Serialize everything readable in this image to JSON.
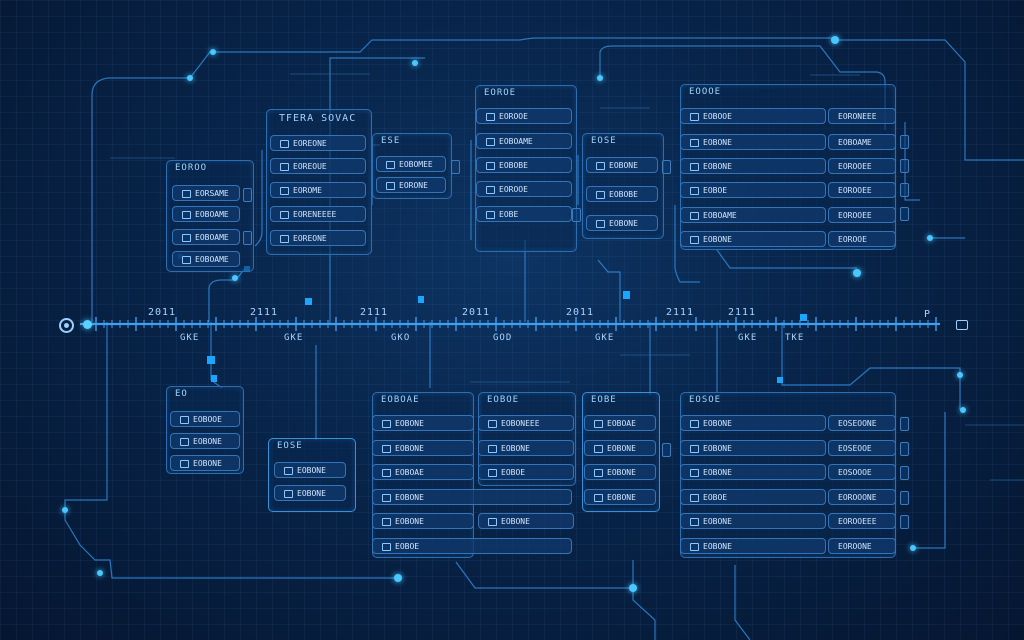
{
  "timeline": {
    "top_labels": [
      "2011",
      "2111",
      "2111",
      "2011",
      "2011",
      "2111",
      "2111"
    ],
    "bottom_labels": [
      "GKE",
      "GKE",
      "GKO",
      "GOD",
      "GKE",
      "GKE",
      "TKE"
    ],
    "end_label": "P"
  },
  "upper_panels": [
    {
      "title": "EOROO",
      "rows": [
        "EORSAME",
        "EOBOAME",
        "EOBOAME",
        "EOBOAME"
      ]
    },
    {
      "title": "TFERA SOVAC",
      "rows": [
        "EOREONE",
        "EOREOUE",
        "EOROME",
        "EORENEEEE",
        "EOREONE"
      ]
    },
    {
      "title": "ESE",
      "rows": [
        "EOBOMEE",
        "EORONE"
      ]
    },
    {
      "title": "EOROE",
      "rows": [
        "EOROOE",
        "EOBOAME",
        "EOBOBE",
        "EOROOE",
        "EOBE"
      ]
    },
    {
      "title": "EOSE",
      "rows": [
        "EOBONE",
        "EOBOBE",
        "EOBONE"
      ]
    },
    {
      "title": "EOOOE",
      "rows": [
        "EOBOOE",
        "EOBONE",
        "EOBONE",
        "EOBOE",
        "EOBOAME",
        "EOBONE"
      ]
    }
  ],
  "upper_right_values": [
    "EORONEEE",
    "EOBOAME",
    "EOROOEE",
    "EOROOEE",
    "EOROOEE",
    "EOROOE"
  ],
  "lower_panels": [
    {
      "title": "EO",
      "rows": [
        "EOBOOE",
        "EOBONE",
        "EOBONE"
      ]
    },
    {
      "title": "EOSE",
      "rows": [
        "EOBONE",
        "EOBONE"
      ]
    },
    {
      "title": "EOBOAE",
      "rows": [
        "EOBONE",
        "EOBONE",
        "EOBOAE",
        "EOBONE",
        "EOBONE",
        "EOBOE"
      ]
    },
    {
      "title": "EOBOE",
      "rows": [
        "EOBONEEE",
        "EOBONE",
        "EOBOE",
        "EOBONE"
      ]
    },
    {
      "title": "EOBE",
      "rows": [
        "EOBOAE",
        "EOBONE",
        "EOBONE",
        "EOBONE"
      ]
    },
    {
      "title": "EOSOE",
      "rows": [
        "EOBONE",
        "EOBONE",
        "EOBONE",
        "EOBOE",
        "EOBONE",
        "EOBONE"
      ]
    }
  ],
  "lower_right_values": [
    "EOSEOONE",
    "EOSEOOE",
    "EOSOOOE",
    "EOROOONE",
    "EOROOEEE",
    "EOROONE"
  ],
  "colors": {
    "background": "#071a33",
    "line": "#3f9ff0",
    "node": "#49c8ff"
  }
}
